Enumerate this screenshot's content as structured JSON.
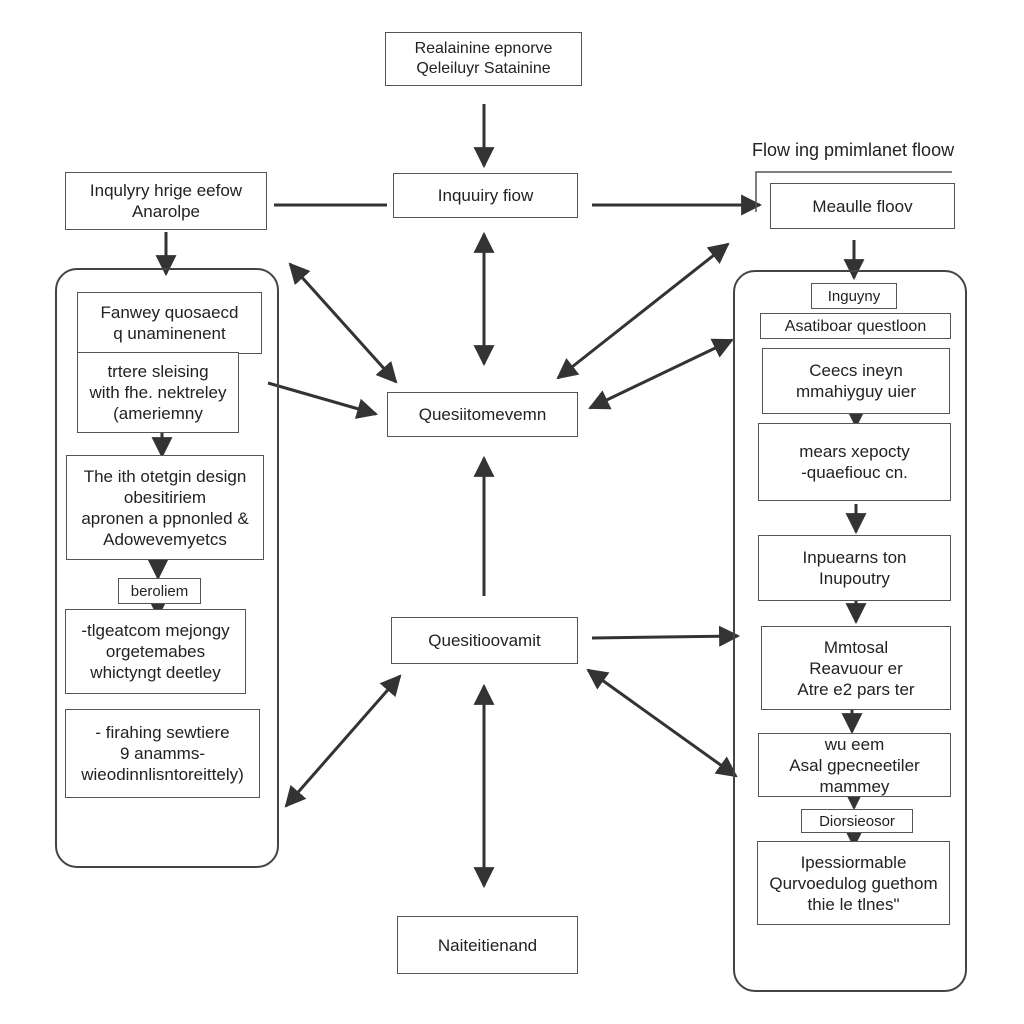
{
  "diagram": {
    "top_box": "Realainine epnorve\nQeleiluyr Satainine",
    "right_caption": "Flow ing pmimlanet floow",
    "center_top": "Inquuiry fiow",
    "left_header": "Inqulyry hrige eefow\nAnarolpe",
    "right_header": "Meaulle floov",
    "center_mid": "Quesiitomevemn",
    "center_low": "Quesitioovamit",
    "bottom_box": "Naiteitienand",
    "left_column": [
      "Fanwey quosaecd\nq unaminenent",
      "trtere sleising\nwith fhe. nektreley\n(ameriemny",
      "The ith otetgin design\nobesitiriem\napronen a ppnonled &\nAdowevemyetcs",
      "beroliem",
      "-tlgeatcom mejongy\norgetemabes\nwhictyngt deetley",
      "- firahing sewtiere\n9 anamms-\nwieodinnlisntoreittely)"
    ],
    "right_column": [
      "Inguyny",
      "Asatiboar questloon",
      "Ceecs ineyn\nmmahiyguy uier",
      "mears xepocty\n-quaefiouc cn.",
      "Inpuearns ton\nInupoutry",
      "Mmtosal\nReavuour er\nAtre e2 pars ter",
      "wu eem\nAsal gpecneetiler\nmammey",
      "Diorsieosor",
      "Ipessiormable\nQurvoedulog guethom\nthie le tlnes\""
    ]
  }
}
